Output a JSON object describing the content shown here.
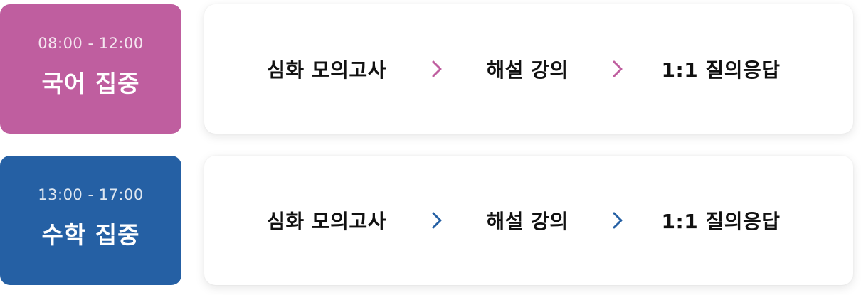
{
  "schedule": [
    {
      "time": "08:00 - 12:00",
      "subject": "국어 집중",
      "color": "#bf5e9f",
      "arrow_icon": "chevron-right-icon",
      "steps": [
        "심화 모의고사",
        "해설 강의",
        "1:1 질의응답"
      ]
    },
    {
      "time": "13:00 - 17:00",
      "subject": "수학 집중",
      "color": "#2560a4",
      "arrow_icon": "chevron-right-icon",
      "steps": [
        "심화 모의고사",
        "해설 강의",
        "1:1 질의응답"
      ]
    }
  ]
}
